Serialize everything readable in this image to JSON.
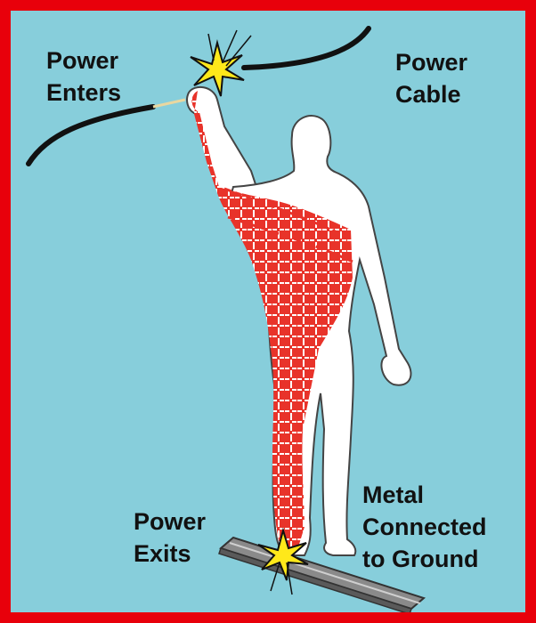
{
  "labels": {
    "power_enters": [
      "Power",
      "Enters"
    ],
    "power_cable": [
      "Power",
      "Cable"
    ],
    "power_exits": [
      "Power",
      "Exits"
    ],
    "metal_ground": [
      "Metal",
      "Connected",
      "to Ground"
    ]
  },
  "colors": {
    "frame": "#e8000b",
    "background": "#87cedb",
    "body": "#ffffff",
    "current_path": "#e8332a",
    "cable": "#111111",
    "spark": "#ffe81a"
  },
  "icons": {
    "entry_spark": "spark-icon",
    "exit_spark": "spark-icon"
  }
}
